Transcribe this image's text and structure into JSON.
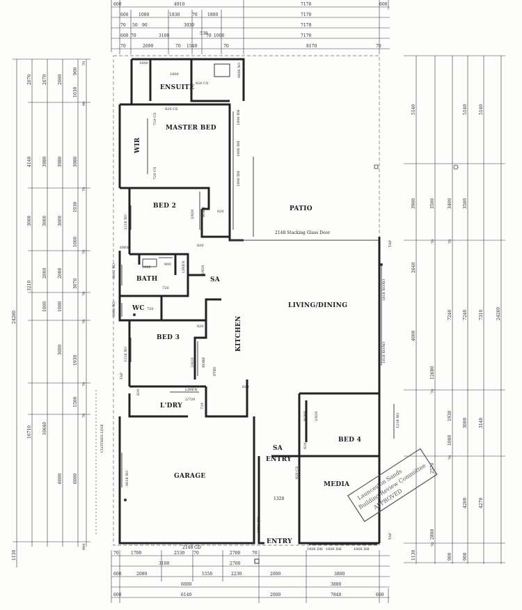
{
  "rooms": {
    "ensuite": "ENSUITE",
    "master_bed": "MASTER BED",
    "wir": "WIR",
    "bed2": "BED 2",
    "patio": "PATIO",
    "bath": "BATH",
    "sa1": "SA",
    "wc": "WC",
    "living_dining": "LIVING/DINING",
    "bed3": "BED 3",
    "kitchen": "KITCHEN",
    "ldry": "L'DRY",
    "bed4": "BED 4",
    "sa2": "SA",
    "entry1": "ENTRY",
    "media": "MEDIA",
    "garage": "GARAGE",
    "entry2": "ENTRY"
  },
  "labels": {
    "stacking_door": "2148 Stacking Glass Door",
    "garage_door": "2148 GD",
    "clothes_line": "CLOTHES LINE",
    "tap_left": "TAP",
    "tap_right_top": "TAP",
    "tap_right_bottom": "TAP",
    "linen": "LINEN",
    "linen2": "LINEN",
    "robe1": "ROBE",
    "robe2": "ROBE",
    "robe3": "ROBE",
    "pantry": "PTRY",
    "hws": "HWS",
    "n1320": "1320"
  },
  "openings": {
    "o1": "820 CS",
    "o2": "0606 XO",
    "o3": "820 CS",
    "o4": "1806 DH",
    "o5": "720 CS",
    "o6": "1806 DH",
    "o7": "720 CS",
    "o8": "1806 DH",
    "o9": "1218 XO",
    "o10": "2/820",
    "o11": "820",
    "o12": "820",
    "o13": "0612 XO",
    "o14": "2/820",
    "o15": "720",
    "o16": "0606 XO",
    "o17": "720",
    "o18": "820",
    "o19": "1218 XO",
    "o20": "2/820",
    "o21": "820",
    "o22": "2/720",
    "o23": "720",
    "o24": "820",
    "o25": "1818 XO/XO",
    "o26": "1818 XO/XO",
    "o27": "2/820",
    "o28": "1218 XO",
    "o29": "820",
    "o30": "820 CS",
    "o31": "0618 XO",
    "o32": "1806 DH",
    "o33": "1806 DH",
    "o34": "1806 DH",
    "o35": "1806 DH",
    "o36": "1800",
    "o37": "900",
    "o38": "1800",
    "o39": "1800"
  },
  "dims_top": {
    "r1": [
      "600",
      "4910",
      "7170",
      "600"
    ],
    "r2": [
      "600",
      "1000",
      "1830",
      "70",
      "1800",
      "7170"
    ],
    "r3": [
      "70",
      "50",
      "90",
      "3930",
      "7170"
    ],
    "r4": [
      "600",
      "70",
      "3100",
      "530",
      "70",
      "1000",
      "7170"
    ],
    "r5": [
      "70",
      "2690",
      "70",
      "1540",
      "70",
      "8170",
      "70"
    ]
  },
  "dims_bottom": {
    "r1": [
      "70",
      "1700",
      "2530",
      "70",
      "2700",
      "70"
    ],
    "r2": [
      "3100",
      "2700"
    ],
    "r3": [
      "600",
      "2080",
      "1550",
      "2230",
      "2000",
      "3800"
    ],
    "r4": [
      "6000",
      "3880"
    ],
    "r5": [
      "600",
      "6140",
      "2000",
      "7840",
      "600"
    ]
  },
  "dims_left": {
    "c1": [
      "24260",
      "1130"
    ],
    "c2": [
      "2070",
      "4140",
      "3000",
      "3210",
      "10710"
    ],
    "c3": [
      "2070",
      "3980",
      "3000",
      "2000",
      "1000",
      "10640"
    ],
    "c4": [
      "2000",
      "3980",
      "3000",
      "2000",
      "1000",
      "3000",
      "6000"
    ],
    "c5": [
      "900",
      "1030",
      "3980",
      "1930",
      "1000",
      "3070",
      "1930",
      "1500",
      "6000"
    ],
    "c6": [
      "70",
      "90",
      "70",
      "70",
      "70",
      "70",
      "70",
      "70",
      "900"
    ]
  },
  "dims_right": {
    "c1": [
      "5140",
      "3900",
      "2640",
      "4000",
      "12680",
      "1130"
    ],
    "c2": [
      "3500",
      "7240",
      "1930",
      "1000",
      "2800",
      "900"
    ],
    "c3": [
      "5140",
      "3400",
      "7240",
      "3000",
      "4200",
      "900"
    ],
    "c4": [
      "3500",
      "7310",
      "3140",
      "4270",
      "2570"
    ],
    "c5": [
      "5140",
      "24260"
    ],
    "c6": [
      "70",
      "70",
      "70",
      "70",
      "70"
    ]
  },
  "stamp": {
    "line1": "Launceston Sands",
    "line2": "Building Review Committee",
    "line3": "APPROVED"
  }
}
